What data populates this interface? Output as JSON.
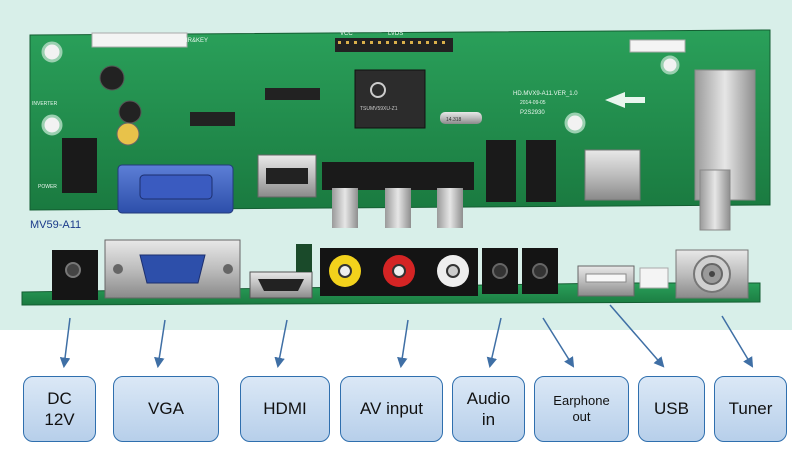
{
  "board": {
    "model": "MV59-A11",
    "silkscreen": {
      "key": "IR&KEY",
      "vcc": "VCC",
      "lvds": "LVDS",
      "version": "HD.MVX9-A11.VER_1.0",
      "date": "2014-09-05",
      "code": "P2S2930",
      "chip": "TSUMV59XU-Z1",
      "crystal": "14.318",
      "inverter": "INVERTER",
      "power": "POWER"
    }
  },
  "labels": [
    {
      "text": "DC\n12V"
    },
    {
      "text": "VGA"
    },
    {
      "text": "HDMI"
    },
    {
      "text": "AV input"
    },
    {
      "text": "Audio\nin"
    },
    {
      "text": "Earphone\nout"
    },
    {
      "text": "USB"
    },
    {
      "text": "Tuner"
    }
  ],
  "colors": {
    "pcb": "#1f8a4a",
    "pcb_highlight": "#2aa05a",
    "background_panel": "#d8efe9",
    "label_border": "#2f6fae",
    "arrow": "#3f6fa5"
  }
}
